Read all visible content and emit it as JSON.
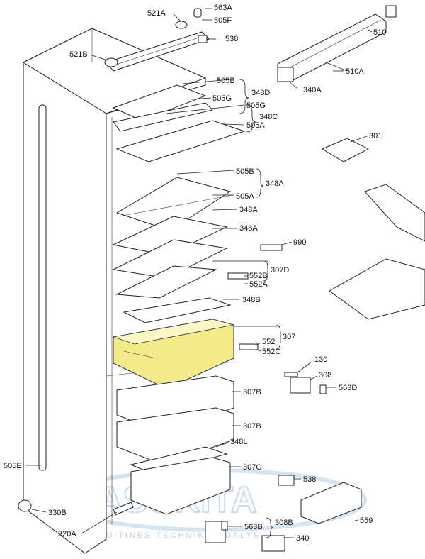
{
  "diagram": {
    "highlight_color": "#f3ea8a",
    "watermark": {
      "logo_text": "VASUKITA",
      "sub_text": "BUITINĖS TECHNIKOS DALYS",
      "color": "#b9cfe6"
    },
    "labels": {
      "l563a_top": "563A",
      "l521a": "521A",
      "l505f": "505F",
      "l538_top": "538",
      "l521b": "521B",
      "l510": "510",
      "l510a": "510A",
      "l340a": "340A",
      "l505b_1": "505B",
      "l348d": "348D",
      "l505g": "505G",
      "l505g_2": "505G",
      "l348c": "348C",
      "l505a_1": "505A",
      "l301": "301",
      "l505b_2": "505B",
      "l348a_1": "348A",
      "l505a_2": "505A",
      "l348a_2": "348A",
      "l348a_3": "348A",
      "l990": "990",
      "l307d": "307D",
      "l552b": "552B",
      "l552a": "552A",
      "l348b": "348B",
      "l307": "307",
      "l552": "552",
      "l552c": "552C",
      "l130": "130",
      "l308": "308",
      "l563d": "563D",
      "l307b_1": "307B",
      "l307b_2": "307B",
      "l348l": "348L",
      "l307c": "307C",
      "l505e": "505E",
      "l538_bot": "538",
      "l330b": "330B",
      "l320a": "320A",
      "l563b": "563B",
      "l308b": "308B",
      "l340": "340",
      "l559": "559"
    }
  }
}
